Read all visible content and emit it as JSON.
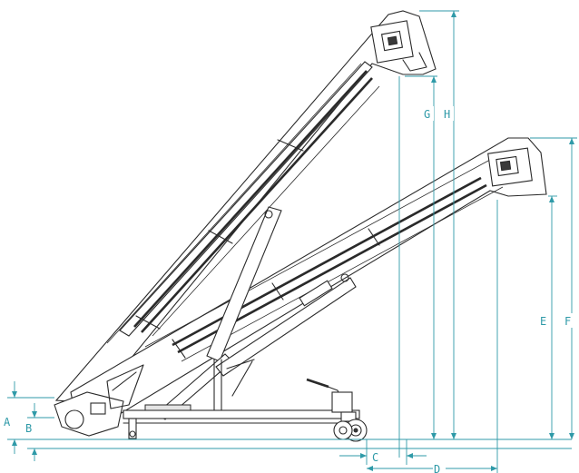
{
  "dimensions": {
    "A": "A",
    "B": "B",
    "C": "C",
    "D": "D",
    "E": "E",
    "F": "F",
    "G": "G",
    "H": "H"
  },
  "colors": {
    "line": "#2a2a2a",
    "dimension": "#2f9aa8",
    "background": "#ffffff"
  }
}
